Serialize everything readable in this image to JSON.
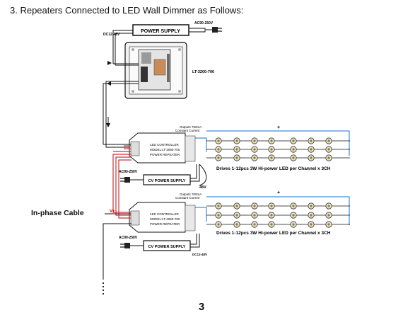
{
  "heading": "3. Repeaters Connected to LED Wall Dimmer as Follows:",
  "side_label": "In-phase Cable",
  "page_number": "3",
  "top": {
    "ac_in": "AC90-250V",
    "dc_label": "DC12-48V",
    "power_supply": "POWER SUPPLY",
    "dimmer_model": "LT-3200-700"
  },
  "repeaters": [
    {
      "ac_in": "AC90-250V",
      "controller_lines": [
        "LED CONTROLLER",
        "MODEL:LT-3060-700",
        "POWER REPEATER"
      ],
      "outputs_lines": [
        "Outputs 700mA",
        "Constant Current"
      ],
      "power_supply": "CV POWER SUPPLY",
      "voltage": "48V",
      "drives": "Drives 1-12pcs 3W Hi-power LED per Channel x 3CH",
      "polarity": "+"
    },
    {
      "ac_in": "AC90-250V",
      "controller_lines": [
        "LED CONTROLLER",
        "MODEL:LT-3060-700",
        "POWER REPEATER"
      ],
      "outputs_lines": [
        "Outputs 700mA",
        "Constant Current"
      ],
      "power_supply": "CV POWER SUPPLY",
      "voltage": "DC12-48V",
      "drives": "Drives 1-12pcs 3W Hi-power LED per Channel x 3CH",
      "polarity": "+",
      "input_polarity": "V+"
    }
  ]
}
